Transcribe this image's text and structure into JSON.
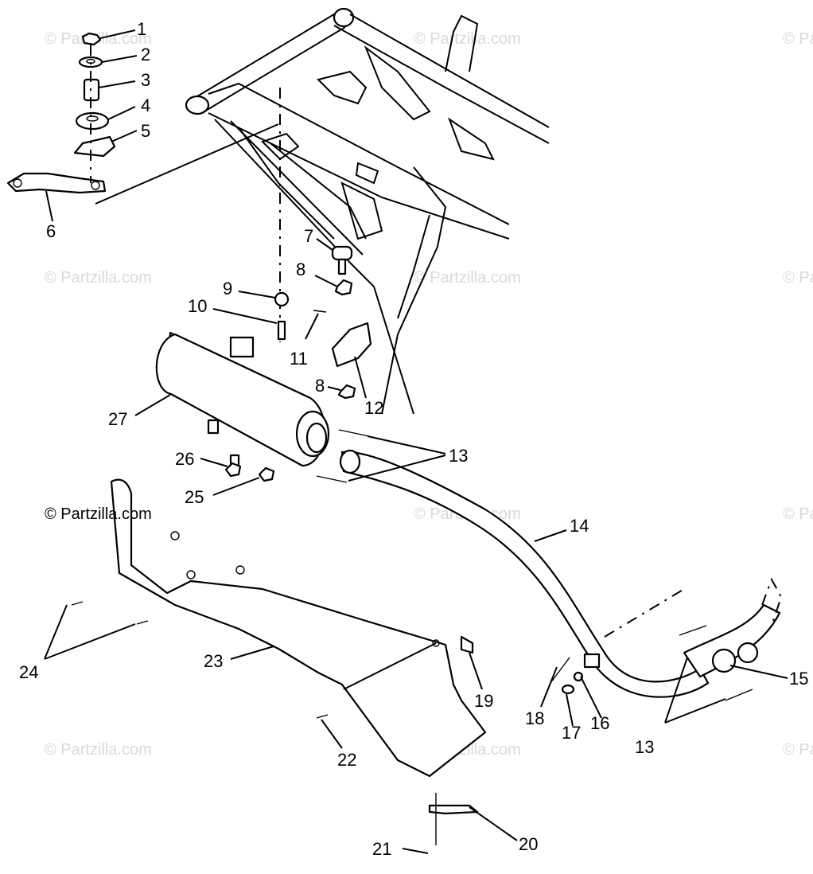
{
  "watermark": "© Partzilla.com",
  "credit": "© Partzilla.com",
  "callouts": {
    "c1": "1",
    "c2": "2",
    "c3": "3",
    "c4": "4",
    "c5": "5",
    "c6": "6",
    "c7": "7",
    "c8a": "8",
    "c8b": "8",
    "c9": "9",
    "c10": "10",
    "c11": "11",
    "c12": "12",
    "c13a": "13",
    "c13b": "13",
    "c14": "14",
    "c15": "15",
    "c16": "16",
    "c17": "17",
    "c18": "18",
    "c19": "19",
    "c20": "20",
    "c21": "21",
    "c22": "22",
    "c23": "23",
    "c24": "24",
    "c25": "25",
    "c26": "26",
    "c27": "27"
  }
}
